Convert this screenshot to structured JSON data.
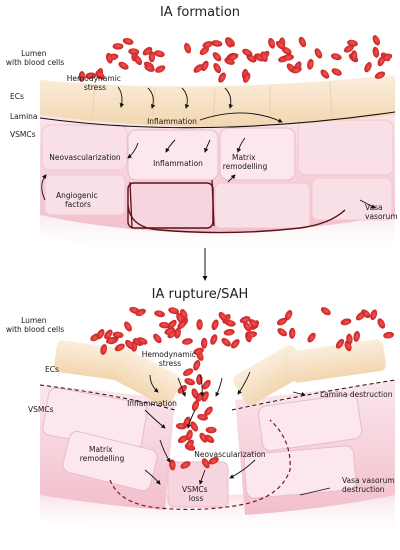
{
  "formation": {
    "title": "IA formation",
    "lumen": [
      "Lumen",
      "with blood cells"
    ],
    "hemodynamic": [
      "Hemodynamic",
      "stress"
    ],
    "ecs": "ECs",
    "lamina": "Lamina",
    "vsmcs": "VSMCs",
    "inflammation_top": "Inflammation",
    "neovascularization": "Neovascularization",
    "inflammation_mid": "Inflammation",
    "matrix": [
      "Matrix",
      "remodelling"
    ],
    "angiogenic": [
      "Angiogenic",
      "factors"
    ],
    "vasa": [
      "Vasa",
      "vasorum"
    ]
  },
  "rupture": {
    "title": "IA rupture/SAH",
    "lumen": [
      "Lumen",
      "with blood cells"
    ],
    "hemodynamic": [
      "Hemodynamic",
      "stress"
    ],
    "ecs": "ECs",
    "vsmcs": "VSMCs",
    "inflammation": "Inflammation",
    "lamina_destruction": "Lamina destruction",
    "matrix": [
      "Matrix",
      "remodelling"
    ],
    "neovascularization": "Neovascularization",
    "vsmcs_loss": [
      "VSMCs",
      "loss"
    ],
    "vasa_destruction": [
      "Vasa vasorum",
      "destruction"
    ]
  },
  "colors": {
    "blood_cell": "#d42a2a",
    "endothelial": "#f6e2c4",
    "smooth_muscle": "#f7d2dc",
    "outer_shadow": "#e6a0b0",
    "vasa_line": "#9a1b28"
  }
}
